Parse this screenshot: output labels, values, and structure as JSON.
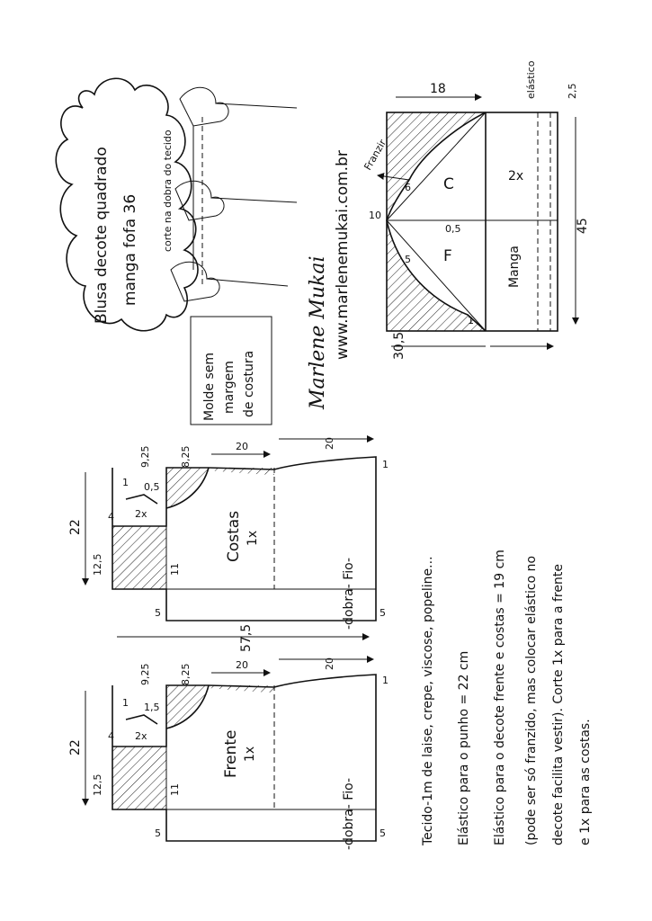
{
  "title": {
    "line1": "Blusa decote quadrado",
    "line2": "manga fofa 36"
  },
  "note_molde": [
    "Molde sem",
    "margem",
    "de costura"
  ],
  "website": "www.marlenemukai.com.br",
  "signature": "Marlene Mukai",
  "fold_note": "corte na dobra do tecido",
  "sleeve": {
    "label_C": "C",
    "label_F": "F",
    "label_2x": "2x",
    "label_manga": "Manga",
    "franzir": "Franzir",
    "elastico": "elástico",
    "dims": {
      "top": "18",
      "width": "45",
      "height": "30,5",
      "elastic_band": "2,5",
      "m10": "10",
      "m6": "6",
      "m5": "5",
      "m05": "0,5",
      "m1": "1"
    }
  },
  "costas": {
    "label": "Costas",
    "count": "1x",
    "piece_2x": "2x",
    "fold": "-dobra- Fio-",
    "dims": {
      "w22": "22",
      "d925": "9,25",
      "d825": "8,25",
      "d20a": "20",
      "d20b": "20",
      "d1a": "1",
      "d1b": "1",
      "d05": "0,5",
      "d4": "4",
      "d125": "12,5",
      "d11": "11",
      "d5a": "5",
      "d5b": "5",
      "total": "57,5"
    }
  },
  "frente": {
    "label": "Frente",
    "count": "1x",
    "piece_2x": "2x",
    "fold": "-dobra- Fio-",
    "dims": {
      "w22": "22",
      "d925": "9,25",
      "d825": "8,25",
      "d20a": "20",
      "d20b": "20",
      "d1a": "1",
      "d1b": "1",
      "d15": "1,5",
      "d4": "4",
      "d125": "12,5",
      "d11": "11",
      "d5a": "5",
      "d5b": "5"
    }
  },
  "notes": [
    "Tecido-1m de laise, crepe, viscose, popeline...",
    "Elástico para o punho = 22 cm",
    "Elástico para o decote frente e costas = 19 cm",
    "(pode ser só franzido, mas colocar elástico no",
    "decote facilita vestir). Corte 1x para a frente",
    "e 1x para as costas."
  ]
}
